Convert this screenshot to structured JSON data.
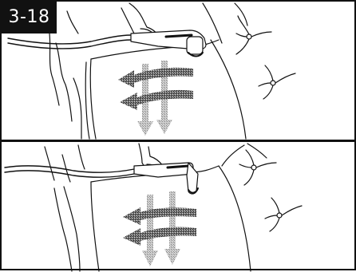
{
  "figure": {
    "number": "3-18"
  },
  "panels": [
    {
      "name": "top",
      "icon": "upholstery-tool-cleaning-arrows"
    },
    {
      "name": "bottom",
      "icon": "upholstery-tool-cleaning-arrows"
    }
  ],
  "colors": {
    "line": "#111111",
    "badge_bg": "#111111",
    "badge_text": "#ffffff",
    "arrow_horizontal": "#555555",
    "arrow_vertical": "#a8a8a8"
  }
}
